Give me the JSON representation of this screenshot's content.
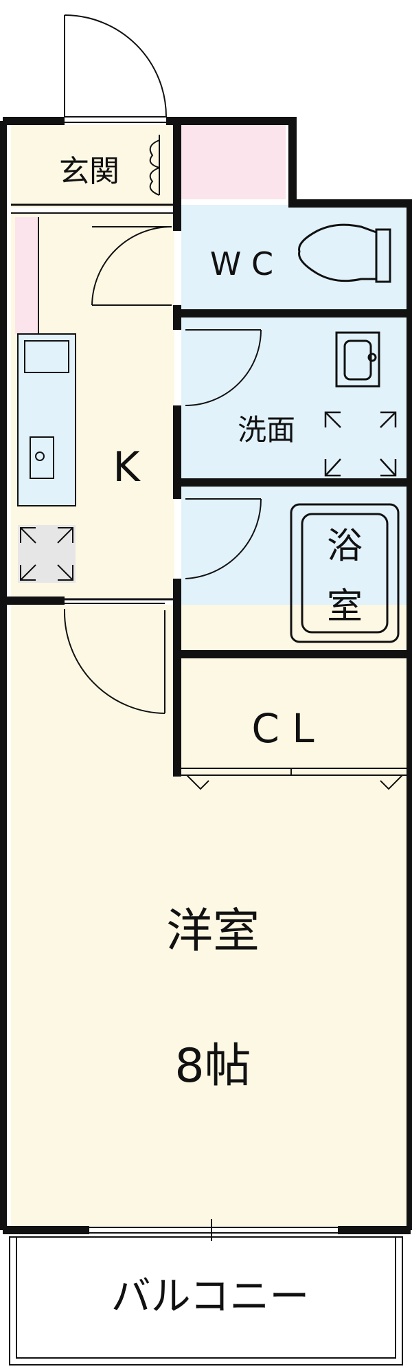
{
  "rooms": {
    "genkan": "玄関",
    "wc": "W C",
    "kitchen": "K",
    "washroom": "洗面",
    "bath_line1": "浴",
    "bath_line2": "室",
    "closet": "C L",
    "western_room": "洋室",
    "western_room_size": "8帖",
    "balcony": "バルコニー"
  },
  "colors": {
    "living_floor": "#fdf8e4",
    "wet_area": "#e2f2fa",
    "storage": "#fce4ec",
    "wall": "#111111"
  }
}
